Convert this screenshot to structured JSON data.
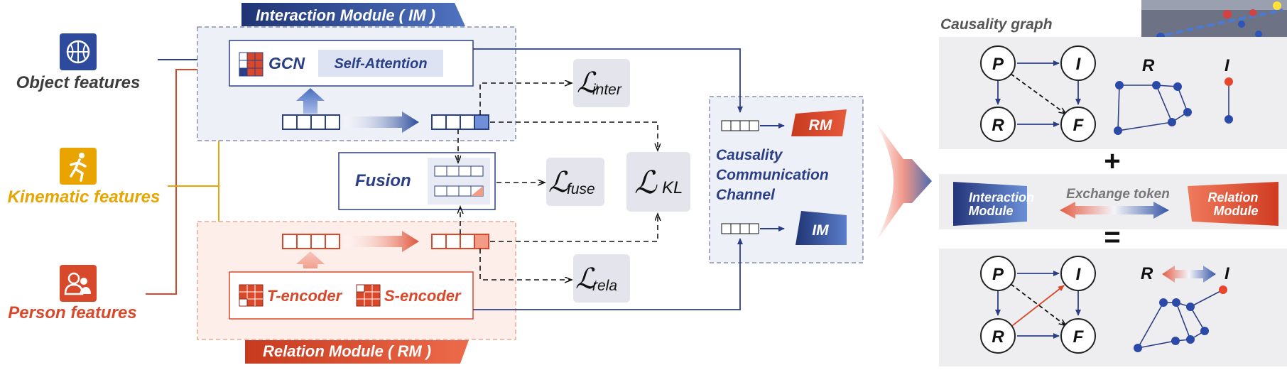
{
  "inputs": {
    "object": "Object features",
    "kinematic": "Kinematic features",
    "person": "Person features"
  },
  "im": {
    "banner": "Interaction Module ( IM )",
    "gcn": "GCN",
    "self_attention": "Self-Attention"
  },
  "rm": {
    "banner": "Relation Module ( RM )",
    "t_encoder": "T-encoder",
    "s_encoder": "S-encoder"
  },
  "fusion": {
    "label": "Fusion"
  },
  "losses": {
    "inter_sym": "ℒ",
    "inter_sub": "inter",
    "fuse_sym": "ℒ",
    "fuse_sub": "fuse",
    "rela_sym": "ℒ",
    "rela_sub": "rela",
    "kl_sym": "ℒ",
    "kl_sub": "KL"
  },
  "ccc": {
    "line1": "Causality",
    "line2": "Communication",
    "line3": "Channel",
    "rm_tag": "RM",
    "im_tag": "IM"
  },
  "right": {
    "title": "Causality graph",
    "top_nodes": [
      "P",
      "I",
      "R",
      "F"
    ],
    "r_label": "R",
    "i_label": "I",
    "plus": "+",
    "equals": "=",
    "interaction_module": [
      "Interaction",
      "Module"
    ],
    "relation_module": [
      "Relation",
      "Module"
    ],
    "exchange": "Exchange token",
    "bottom_nodes": [
      "P",
      "I",
      "R",
      "F"
    ],
    "ri_left": "R",
    "ri_right": "I"
  },
  "colors": {
    "blue": "#2b3f86",
    "orange": "#d8492c",
    "yellow": "#e6a500",
    "gray_panel": "#eeeef1"
  }
}
